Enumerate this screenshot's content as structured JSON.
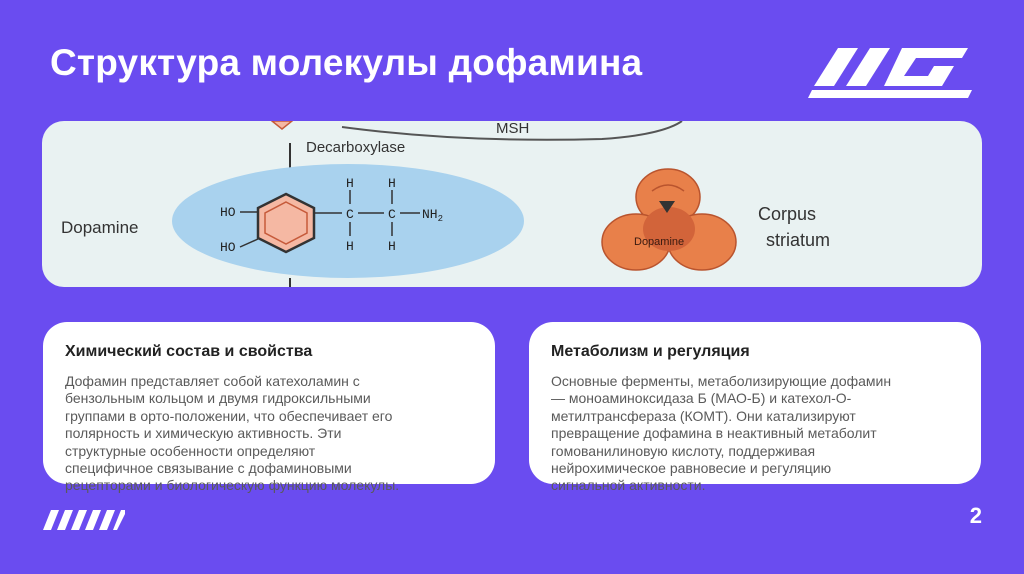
{
  "slide": {
    "title": "Структура молекулы дофамина",
    "page_number": "2"
  },
  "figure": {
    "labels": {
      "msh": "MSH",
      "decarboxylase": "Decarboxylase",
      "dopamine": "Dopamine",
      "ho_top": "HO",
      "ho_bottom": "HO",
      "h_top_1": "H",
      "h_top_2": "H",
      "h_bottom_1": "H",
      "h_bottom_2": "H",
      "c_1": "C",
      "c_2": "C",
      "nh2": "NH",
      "nh2_sub": "2",
      "dopamine_organ": "Dopamine",
      "corpus": "Corpus",
      "striatum": "striatum"
    },
    "colors": {
      "ellipse": "#a9d2ee",
      "ring": "#f5b8a3",
      "organ": "#e8804a",
      "organ_dark": "#d2643a"
    }
  },
  "cards": [
    {
      "title": "Химический состав и свойства",
      "lines": [
        "Дофамин представляет собой катехоламин с",
        "бензольным кольцом и двумя гидроксильными",
        "группами в орто-положении, что обеспечивает его",
        "полярность и химическую активность. Эти",
        "структурные особенности определяют",
        "специфичное связывание с дофаминовыми",
        "рецепторами и биологическую функцию молекулы."
      ]
    },
    {
      "title": "Метаболизм и регуляция",
      "lines": [
        "Основные ферменты, метаболизирующие дофамин",
        "— моноаминоксидаза Б (МАО-Б) и катехол-О-",
        "метилтрансфераза (КОМТ). Они катализируют",
        "превращение дофамина в неактивный метаболит",
        "гомованилиновую кислоту, поддерживая",
        "нейрохимическое равновесие и регуляцию",
        "сигнальной активности."
      ]
    }
  ],
  "colors": {
    "background": "#6a4cf0",
    "card": "#ffffff",
    "title_text": "#ffffff"
  }
}
